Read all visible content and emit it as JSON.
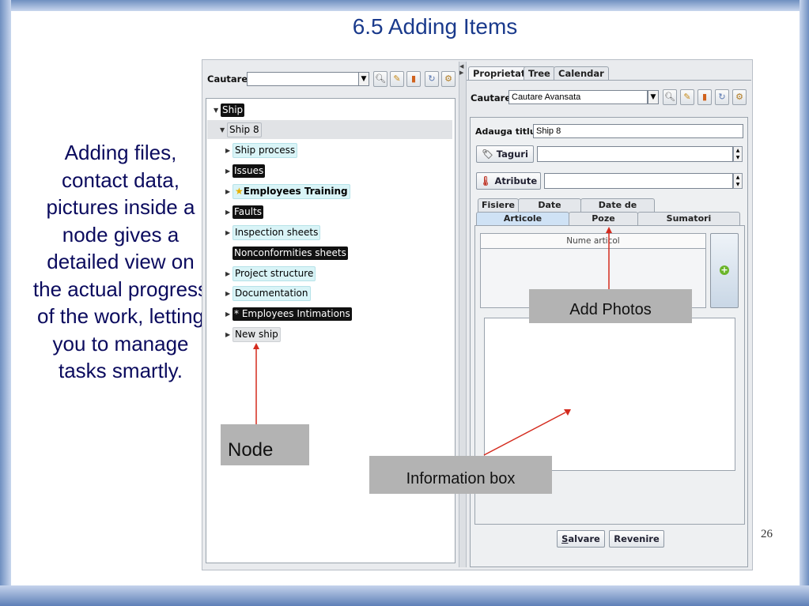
{
  "slide": {
    "title": "6.5 Adding Items",
    "side_text": "Adding files, contact data, pictures inside a node gives a detailed view on the actual progress of the work, letting you to manage tasks smartly.",
    "page_number": "26"
  },
  "left_panel": {
    "search_label": "Cautare:",
    "search_value": "",
    "tree": [
      {
        "label": "Ship",
        "style": "dark",
        "expanded": true
      },
      {
        "label": "Ship 8",
        "style": "selected",
        "expanded": true
      },
      {
        "label": "Ship process",
        "style": "cyan"
      },
      {
        "label": "Issues",
        "style": "dark"
      },
      {
        "label": "Employees Training",
        "style": "cyan",
        "star": true
      },
      {
        "label": "Faults",
        "style": "dark"
      },
      {
        "label": "Inspection sheets",
        "style": "cyan"
      },
      {
        "label": "Nonconformities sheets",
        "style": "dark"
      },
      {
        "label": "Project structure",
        "style": "cyan"
      },
      {
        "label": "Documentation",
        "style": "cyan"
      },
      {
        "label": "* Employees Intimations",
        "style": "dark"
      },
      {
        "label": "New ship",
        "style": "gray"
      }
    ]
  },
  "right_panel": {
    "tabs": [
      "Proprietati",
      "Tree",
      "Calendar"
    ],
    "active_tab": "Proprietati",
    "search_label": "Cautare:",
    "search_value": "Cautare Avansata",
    "title_label": "Adauga titlu:",
    "title_value": "Ship 8",
    "tags_button": "Taguri",
    "attributes_button": "Atribute",
    "upper_tabs": [
      "Fisiere",
      "Date Custom",
      "Date de contact"
    ],
    "lower_tabs": [
      "Articole",
      "Poze",
      "Sumatori"
    ],
    "active_lower_tab": "Articole",
    "table_header": "Nume articol",
    "save_button": "Salvare",
    "save_mnemonic": "S",
    "save_rest": "alvare",
    "revert_button": "Revenire"
  },
  "annotations": {
    "node": "Node",
    "add_photos": "Add Photos",
    "information_box": "Information box"
  },
  "colors": {
    "title": "#1a3a8c",
    "side_text": "#0b0b5e",
    "arrow": "#d42b1e",
    "annotation_box": "#b3b3b3"
  }
}
